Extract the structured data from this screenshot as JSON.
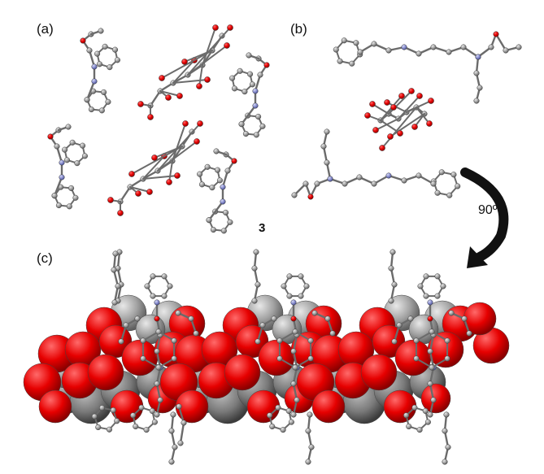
{
  "panels": [
    {
      "id": "a",
      "label": "(a)"
    },
    {
      "id": "b",
      "label": "(b)"
    },
    {
      "id": "c",
      "label": "(c)"
    }
  ],
  "compound_label": "3",
  "rotation_label": "90º",
  "colors": {
    "carbon": "#9a9a9a",
    "oxygen": "#e60000",
    "nitrogen": "#8a8fd0",
    "bond": "#6b6b6b",
    "arrow": "#111111"
  }
}
